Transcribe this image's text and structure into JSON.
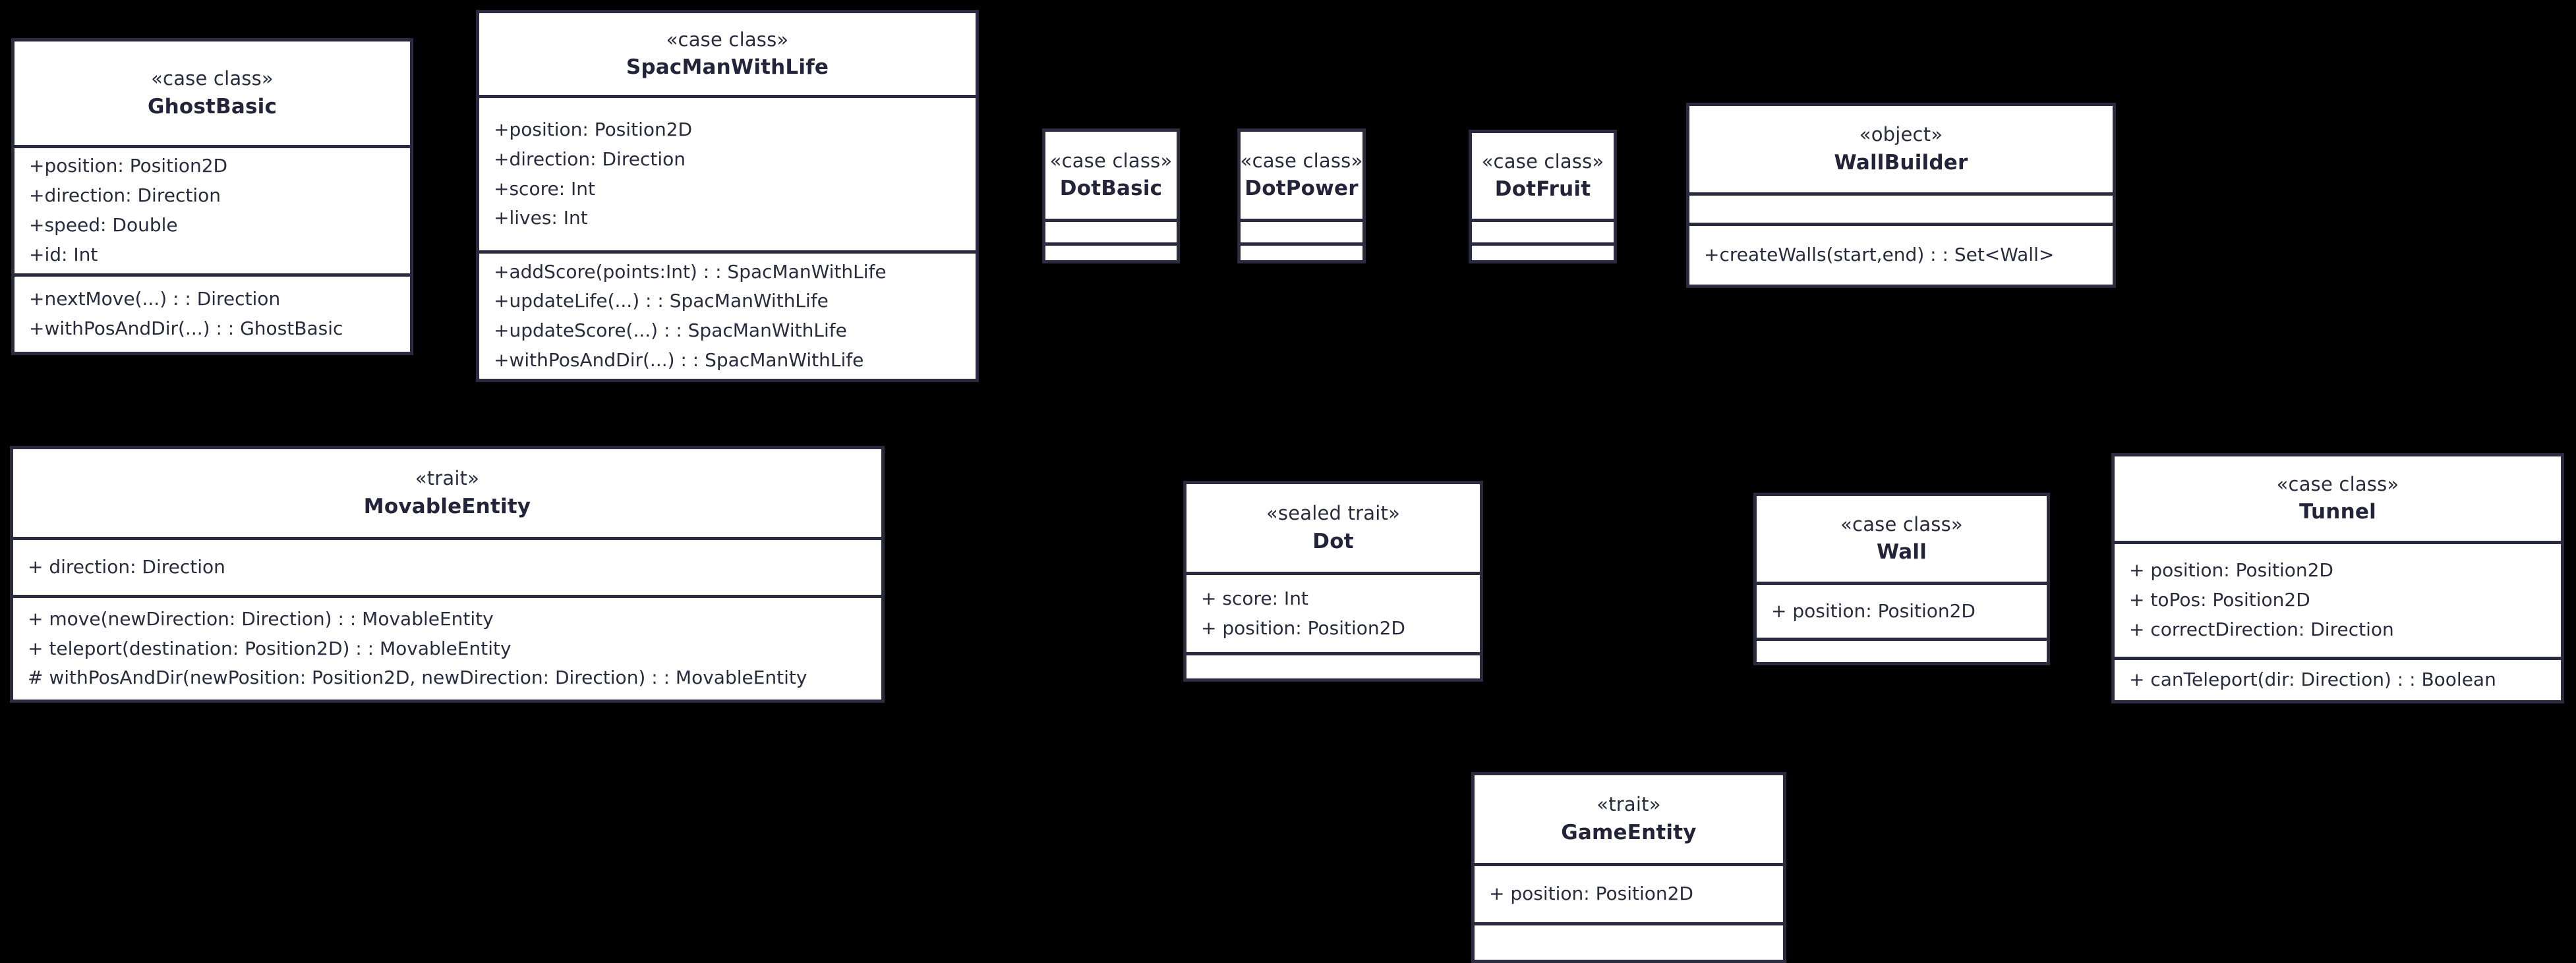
{
  "diagram": {
    "type": "uml-class-diagram",
    "background_color": "#000000",
    "box_fill_color": "#ffffff",
    "line_color": "#2b2b40",
    "text_color": "#2b2b40",
    "classes": [
      {
        "id": "ghostbasic",
        "stereotype": "«case class»",
        "name": "GhostBasic",
        "attributes": [
          "+position: Position2D",
          "+direction: Direction",
          "+speed: Double",
          "+id: Int"
        ],
        "operations": [
          "+nextMove(...) : : Direction",
          "+withPosAndDir(...) : : GhostBasic"
        ]
      },
      {
        "id": "spacmanwithlife",
        "stereotype": "«case class»",
        "name": "SpacManWithLife",
        "attributes": [
          "+position: Position2D",
          "+direction: Direction",
          "+score: Int",
          "+lives: Int"
        ],
        "operations": [
          "+addScore(points:Int) : : SpacManWithLife",
          "+updateLife(...) : : SpacManWithLife",
          "+updateScore(...) : : SpacManWithLife",
          "+withPosAndDir(...) : : SpacManWithLife"
        ]
      },
      {
        "id": "dotbasic",
        "stereotype": "«case class»",
        "name": "DotBasic",
        "attributes": [],
        "operations": []
      },
      {
        "id": "dotpower",
        "stereotype": "«case class»",
        "name": "DotPower",
        "attributes": [],
        "operations": []
      },
      {
        "id": "dotfruit",
        "stereotype": "«case class»",
        "name": "DotFruit",
        "attributes": [],
        "operations": []
      },
      {
        "id": "wallbuilder",
        "stereotype": "«object»",
        "name": "WallBuilder",
        "attributes": [],
        "operations": [
          "+createWalls(start,end) : : Set<Wall>"
        ]
      },
      {
        "id": "movableentity",
        "stereotype": "«trait»",
        "name": "MovableEntity",
        "attributes": [
          "+ direction: Direction"
        ],
        "operations": [
          "+ move(newDirection: Direction) : : MovableEntity",
          "+ teleport(destination: Position2D) : : MovableEntity",
          "# withPosAndDir(newPosition: Position2D, newDirection: Direction) : : MovableEntity"
        ]
      },
      {
        "id": "dot",
        "stereotype": "«sealed trait»",
        "name": "Dot",
        "attributes": [
          "+ score: Int",
          "+ position: Position2D"
        ],
        "operations": []
      },
      {
        "id": "wall",
        "stereotype": "«case class»",
        "name": "Wall",
        "attributes": [
          "+ position: Position2D"
        ],
        "operations": []
      },
      {
        "id": "tunnel",
        "stereotype": "«case class»",
        "name": "Tunnel",
        "attributes": [
          "+ position: Position2D",
          "+ toPos: Position2D",
          "+ correctDirection: Direction"
        ],
        "operations": [
          "+ canTeleport(dir: Direction) : : Boolean"
        ]
      },
      {
        "id": "gameentity",
        "stereotype": "«trait»",
        "name": "GameEntity",
        "attributes": [
          "+ position: Position2D"
        ],
        "operations": []
      }
    ]
  }
}
